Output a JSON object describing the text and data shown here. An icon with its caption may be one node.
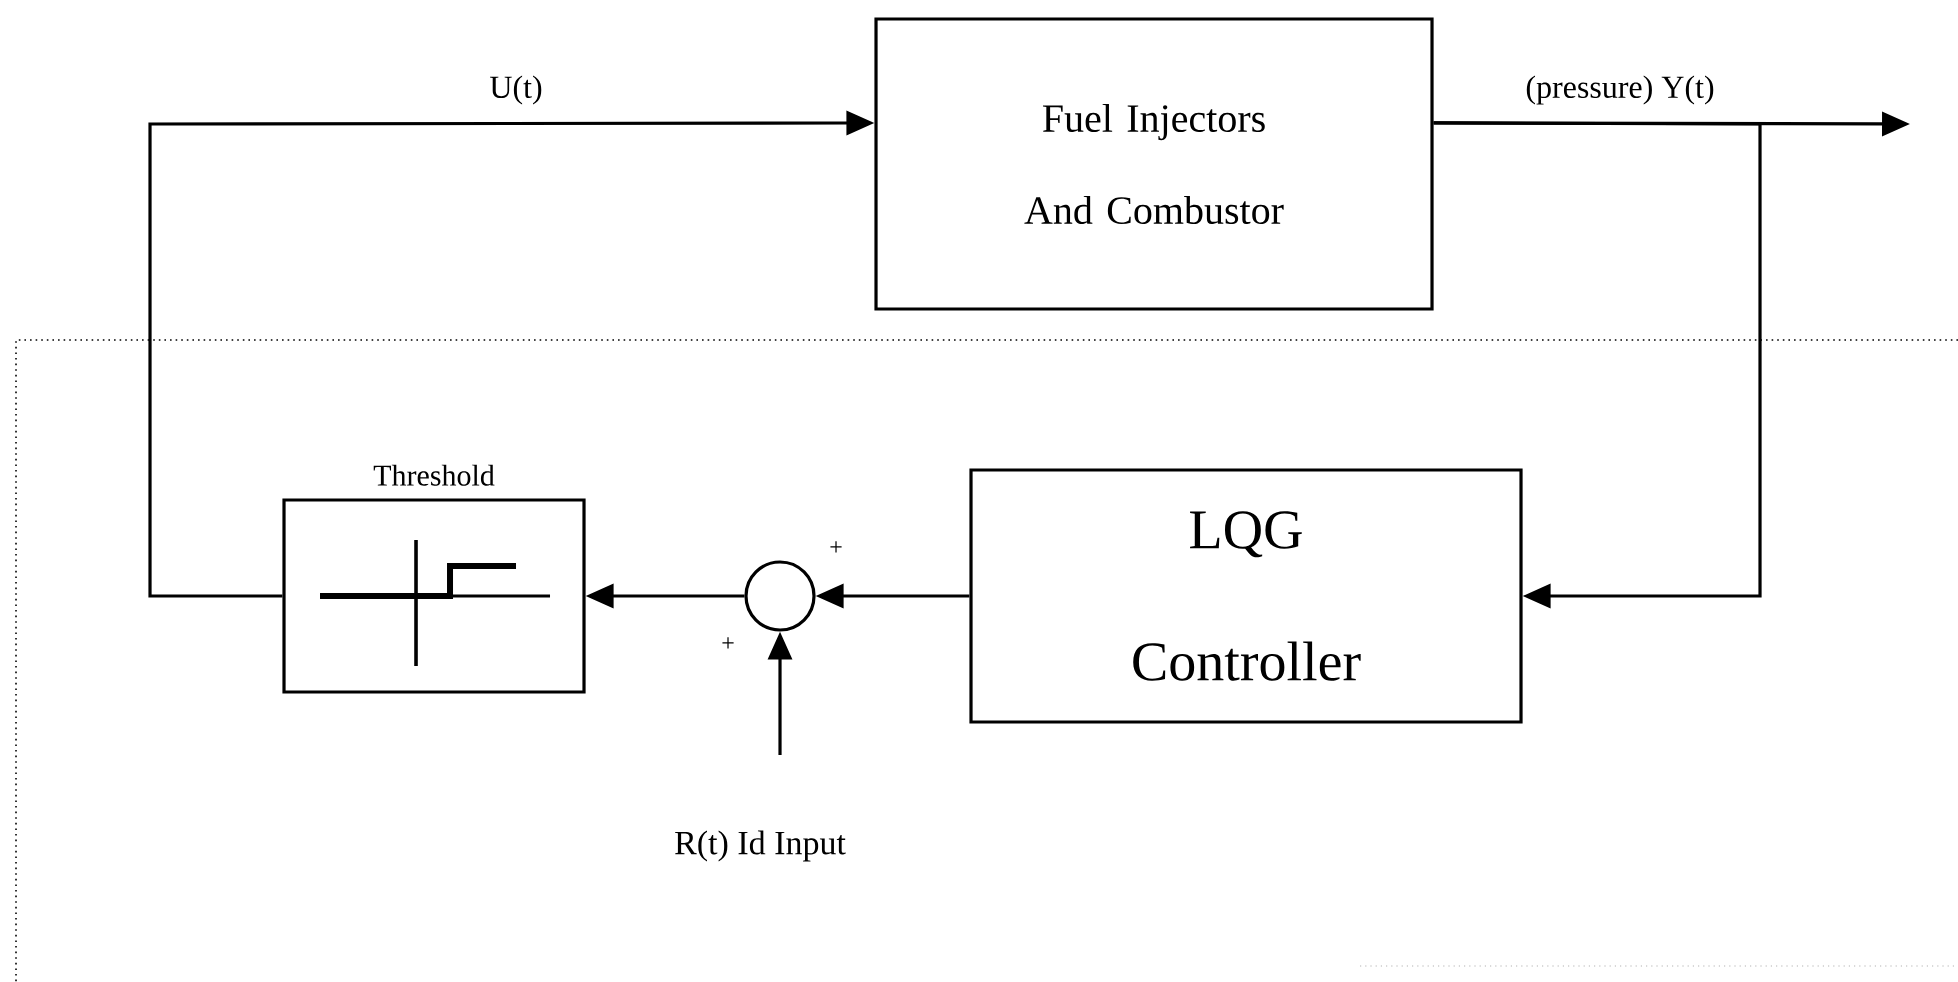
{
  "diagram": {
    "nodes": [
      {
        "text": [
          "Fuel Injectors And Combustor"
        ]
      },
      {
        "text": [
          "Threshold"
        ]
      },
      {
        "text": [
          "LQG Controller"
        ]
      },
      {
        "text": [],
        "shape": "circle"
      },
      {
        "text": [
          "R(t) Id Input"
        ]
      }
    ],
    "edges": [
      {
        "from": 0,
        "to": null,
        "arrow": "to",
        "label": "(pressure) Y(t)"
      },
      {
        "from": 0,
        "to": 2,
        "arrow": "to"
      },
      {
        "from": 2,
        "to": 3,
        "arrow": "to"
      },
      {
        "from": 4,
        "to": 3,
        "arrow": "to"
      },
      {
        "from": 3,
        "to": 1,
        "arrow": "to"
      },
      {
        "from": 1,
        "to": 0,
        "arrow": "to",
        "label": "U(t)"
      }
    ],
    "labels": [
      "+",
      "+"
    ]
  }
}
